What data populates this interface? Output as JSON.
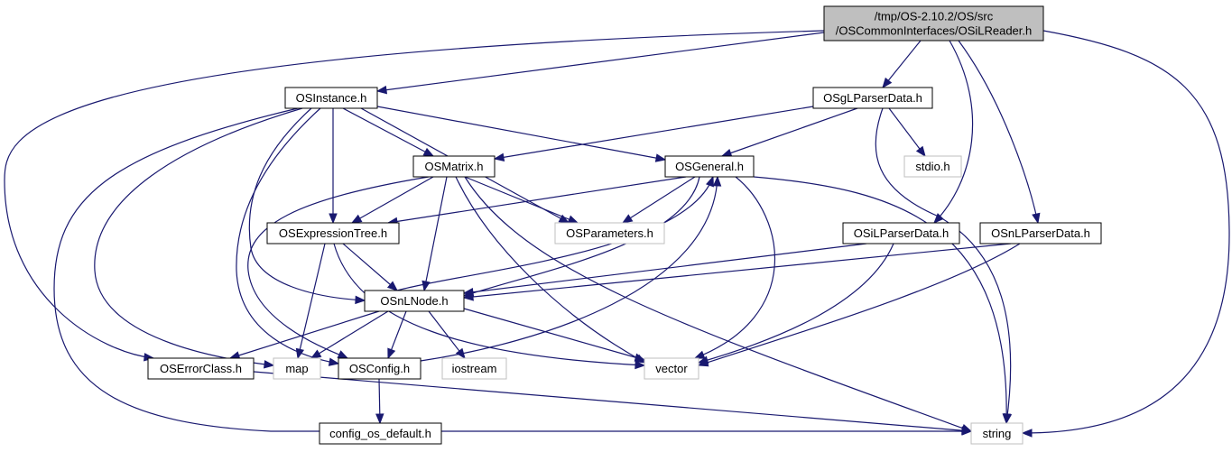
{
  "colors": {
    "edge": "#191970",
    "root_fill": "#bfbfbf",
    "node_border": "#000000",
    "external_border": "#bfbfbf",
    "node_fill": "#ffffff"
  },
  "nodes": [
    {
      "id": "root",
      "lines": [
        "/tmp/OS-2.10.2/OS/src",
        "/OSCommonInterfaces/OSiLReader.h"
      ],
      "kind": "root"
    },
    {
      "id": "osinstance",
      "lines": [
        "OSInstance.h"
      ],
      "kind": "internal"
    },
    {
      "id": "osglparserdata",
      "lines": [
        "OSgLParserData.h"
      ],
      "kind": "internal"
    },
    {
      "id": "osmatrix",
      "lines": [
        "OSMatrix.h"
      ],
      "kind": "internal"
    },
    {
      "id": "osgeneral",
      "lines": [
        "OSGeneral.h"
      ],
      "kind": "internal"
    },
    {
      "id": "stdio",
      "lines": [
        "stdio.h"
      ],
      "kind": "external"
    },
    {
      "id": "osexpressiontree",
      "lines": [
        "OSExpressionTree.h"
      ],
      "kind": "internal"
    },
    {
      "id": "osparameters",
      "lines": [
        "OSParameters.h"
      ],
      "kind": "external"
    },
    {
      "id": "osilparserdata",
      "lines": [
        "OSiLParserData.h"
      ],
      "kind": "internal"
    },
    {
      "id": "osnlparserdata",
      "lines": [
        "OSnLParserData.h"
      ],
      "kind": "internal"
    },
    {
      "id": "osnlnode",
      "lines": [
        "OSnLNode.h"
      ],
      "kind": "internal"
    },
    {
      "id": "oserrorclass",
      "lines": [
        "OSErrorClass.h"
      ],
      "kind": "internal"
    },
    {
      "id": "map",
      "lines": [
        "map"
      ],
      "kind": "external"
    },
    {
      "id": "osconfig",
      "lines": [
        "OSConfig.h"
      ],
      "kind": "internal"
    },
    {
      "id": "iostream",
      "lines": [
        "iostream"
      ],
      "kind": "external"
    },
    {
      "id": "vector",
      "lines": [
        "vector"
      ],
      "kind": "external"
    },
    {
      "id": "configosdefault",
      "lines": [
        "config_os_default.h"
      ],
      "kind": "internal"
    },
    {
      "id": "string",
      "lines": [
        "string"
      ],
      "kind": "external"
    }
  ],
  "edges": [
    [
      "root",
      "osinstance"
    ],
    [
      "root",
      "osglparserdata"
    ],
    [
      "root",
      "osilparserdata"
    ],
    [
      "root",
      "osnlparserdata"
    ],
    [
      "root",
      "oserrorclass"
    ],
    [
      "root",
      "string"
    ],
    [
      "osinstance",
      "osmatrix"
    ],
    [
      "osinstance",
      "osgeneral"
    ],
    [
      "osinstance",
      "osexpressiontree"
    ],
    [
      "osinstance",
      "osparameters"
    ],
    [
      "osinstance",
      "osnlnode"
    ],
    [
      "osinstance",
      "map"
    ],
    [
      "osinstance",
      "osconfig"
    ],
    [
      "osinstance",
      "string"
    ],
    [
      "osglparserdata",
      "osmatrix"
    ],
    [
      "osglparserdata",
      "osgeneral"
    ],
    [
      "osglparserdata",
      "stdio"
    ],
    [
      "osglparserdata",
      "string"
    ],
    [
      "osmatrix",
      "osexpressiontree"
    ],
    [
      "osmatrix",
      "osparameters"
    ],
    [
      "osmatrix",
      "osnlnode"
    ],
    [
      "osmatrix",
      "osconfig"
    ],
    [
      "osmatrix",
      "vector"
    ],
    [
      "osmatrix",
      "string"
    ],
    [
      "osgeneral",
      "osexpressiontree"
    ],
    [
      "osgeneral",
      "osparameters"
    ],
    [
      "osgeneral",
      "osnlnode"
    ],
    [
      "osgeneral",
      "vector"
    ],
    [
      "osgeneral",
      "string"
    ],
    [
      "osexpressiontree",
      "osnlnode"
    ],
    [
      "osexpressiontree",
      "map"
    ],
    [
      "osexpressiontree",
      "vector"
    ],
    [
      "osilparserdata",
      "osnlnode"
    ],
    [
      "osilparserdata",
      "vector"
    ],
    [
      "osnlparserdata",
      "osnlnode"
    ],
    [
      "osnlparserdata",
      "vector"
    ],
    [
      "osnlnode",
      "osgeneral"
    ],
    [
      "osnlnode",
      "oserrorclass"
    ],
    [
      "osnlnode",
      "map"
    ],
    [
      "osnlnode",
      "osconfig"
    ],
    [
      "osnlnode",
      "iostream"
    ],
    [
      "osnlnode",
      "vector"
    ],
    [
      "osconfig",
      "osgeneral"
    ],
    [
      "osconfig",
      "configosdefault"
    ],
    [
      "oserrorclass",
      "string"
    ]
  ]
}
